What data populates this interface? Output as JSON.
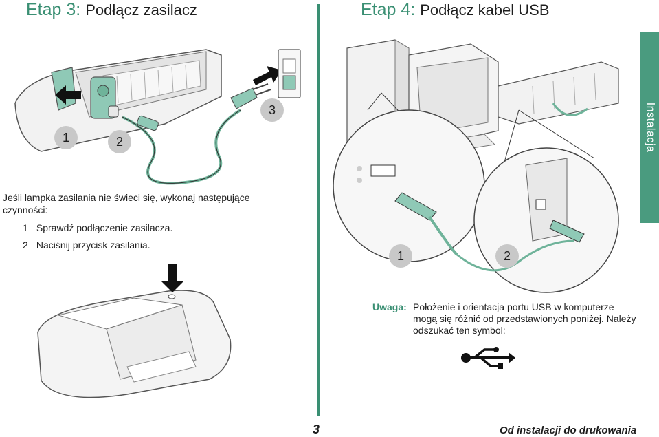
{
  "left_section": {
    "step_label": "Etap 3:",
    "step_title": "Podłącz zasilacz",
    "callouts": [
      "1",
      "2",
      "3"
    ],
    "intro": "Jeśli lampka zasilania nie świeci się, wykonaj następujące czynności:",
    "steps": [
      {
        "num": "1",
        "text": "Sprawdź podłączenie zasilacza."
      },
      {
        "num": "2",
        "text": "Naciśnij przycisk zasilania."
      }
    ]
  },
  "right_section": {
    "step_label": "Etap 4:",
    "step_title": "Podłącz kabel USB",
    "callouts": [
      "1",
      "2"
    ],
    "note_label": "Uwaga:",
    "note_text": "Położenie i orientacja portu USB w komputerze mogą się różnić od przedstawionych poniżej. Należy odszukać ten symbol:"
  },
  "side_tab": "Instalacja",
  "footer": {
    "page_number": "3",
    "title": "Od instalacji do drukowania"
  },
  "colors": {
    "accent": "#3a8f73",
    "tab": "#4a9b7f",
    "callout_badge": "#c8c8c8",
    "cable_green": "#6fb39a"
  }
}
